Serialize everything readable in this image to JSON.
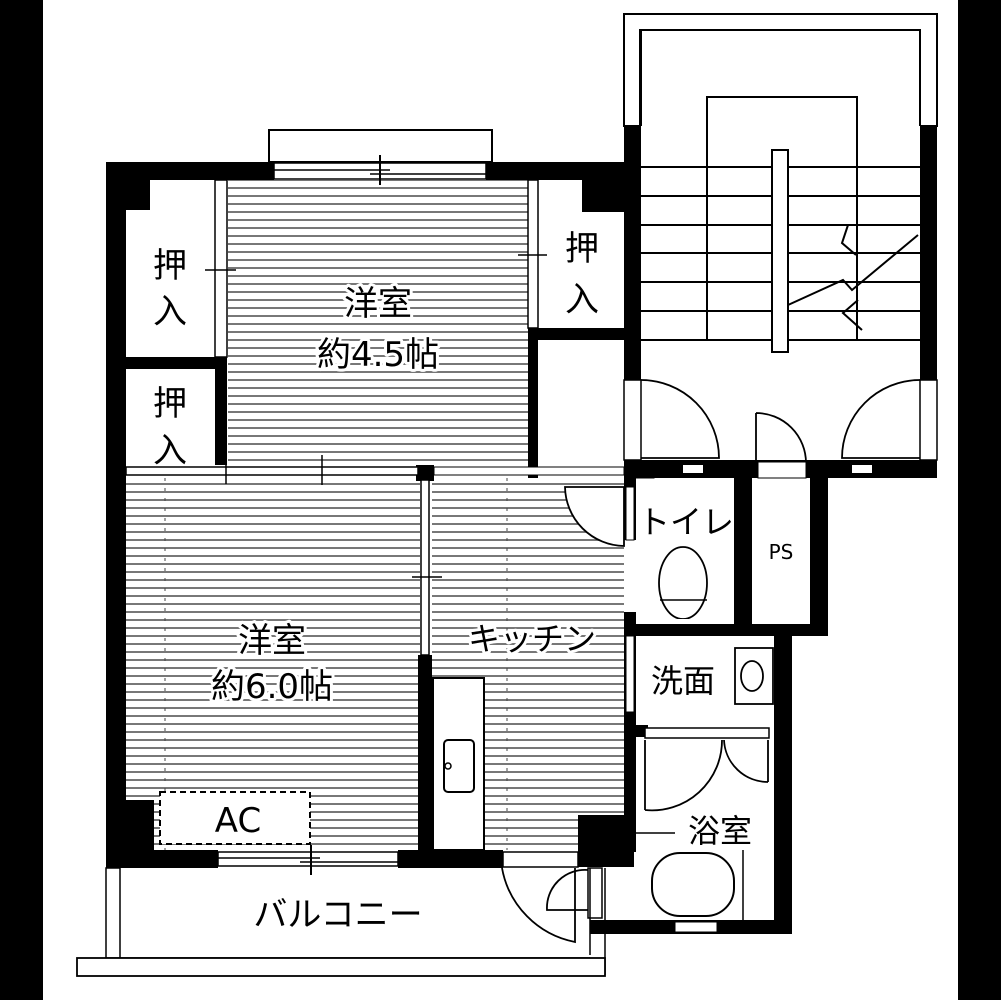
{
  "floorplan": {
    "colors": {
      "wall": "#000000",
      "background": "#ffffff",
      "border": "#000000"
    },
    "rooms": {
      "western_room_1": {
        "name": "洋室",
        "size": "約4.5帖"
      },
      "western_room_2": {
        "name": "洋室",
        "size": "約6.0帖"
      },
      "closet_1": {
        "line1": "押",
        "line2": "入"
      },
      "closet_2": {
        "line1": "押",
        "line2": "入"
      },
      "closet_3": {
        "line1": "押",
        "line2": "入"
      },
      "kitchen": {
        "name": "キッチン"
      },
      "toilet": {
        "name": "トイレ"
      },
      "pipe_space": {
        "name": "PS"
      },
      "washroom": {
        "name": "洗面"
      },
      "bathroom": {
        "name": "浴室"
      },
      "balcony": {
        "name": "バルコニー"
      },
      "air_conditioner": {
        "name": "AC"
      }
    }
  }
}
